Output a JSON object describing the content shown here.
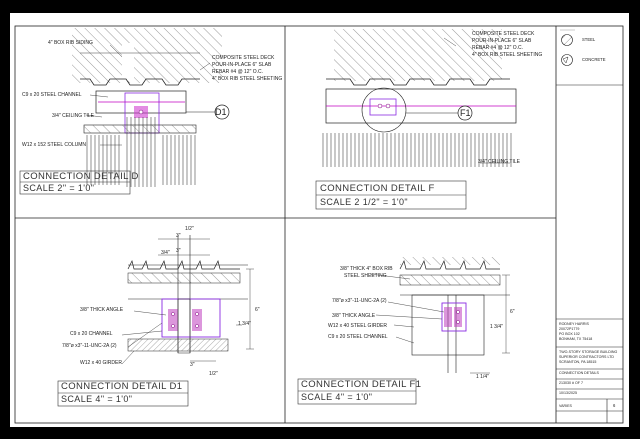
{
  "legend": {
    "steel_label": "STEEL",
    "concrete_label": "CONCRETE"
  },
  "detail_d": {
    "title": "CONNECTION DETAIL D",
    "scale": "SCALE    2\" = 1'0\"",
    "bubble": "D1",
    "notes": {
      "siding": "4\" BOX RIB SIDING",
      "deck1": "COMPOSITE STEEL DECK",
      "deck2": "POUR-IN-PLACE 6\" SLAB",
      "deck3": "REBAR #4 @ 12\" O.C.",
      "deck4": "4\" BOX RIB STEEL SHEETING",
      "channel": "C9 x 20 STEEL CHANNEL",
      "ceiling": "3/4\" CEILING TILE",
      "column": "W12 x 152 STEEL COLUMN"
    }
  },
  "detail_f": {
    "title": "CONNECTION DETAIL F",
    "scale": "SCALE 2 1/2\" = 1'0\"",
    "bubble": "F1",
    "notes": {
      "deck1": "COMPOSITE STEEL DECK",
      "deck2": "POUR-IN-PLACE 6\" SLAB",
      "deck3": "REBAR #4 @ 12\" O.C.",
      "deck4": "4\" BOX RIB STEEL SHEETING",
      "ceiling": "3/4\" CEILING TILE"
    }
  },
  "detail_d1": {
    "title": "CONNECTION DETAIL D1",
    "scale": "SCALE      4\" = 1'0\"",
    "notes": {
      "angle": "3/8\" THICK ANGLE",
      "channel": "C9 x 20 CHANNEL",
      "bolt": "7/8\"ø x3\"-11-UNC-2A (2)",
      "girder": "W12 x 40 GIRDER"
    },
    "dims": [
      "1/2\"",
      "3\"",
      "3\"",
      "3/4\"",
      "6\"",
      "1 3/4\"",
      "3\"",
      "1/2\""
    ]
  },
  "detail_f1": {
    "title": "CONNECTION DETAIL F1",
    "scale": "SCALE      4\" = 1'0\"",
    "notes": {
      "sheet1": "3/8\" THICK 4\" BOX RIB",
      "sheet2": "STEEL SHEETING",
      "bolt": "7/8\"ø x3\"-11-UNC-2A (2)",
      "angle": "3/8\" THICK ANGLE",
      "girder": "W12 x 40 STEEL GIRDER",
      "channel": "C9 x 20 STEEL CHANNEL"
    },
    "dims": [
      "6\"",
      "1 3/4\"",
      "1 1/4\""
    ]
  },
  "title_block": {
    "owner1": "RODNEY HARRIS",
    "owner2": "20072P1779",
    "owner3": "PO BOX 102",
    "owner4": "BONHAM, TX 75418",
    "project1": "TWO-STORY STORAGE BUILDING",
    "project2": "SUPERIOR CONTRACTORS LTD",
    "project3": "SCRANTON, PA 18515",
    "sheet_name": "CONNECTION DETAILS",
    "sheet_no": "213030 # OF 7",
    "date": "10/13/2025",
    "scale_label": "VARIES",
    "page": "6"
  }
}
